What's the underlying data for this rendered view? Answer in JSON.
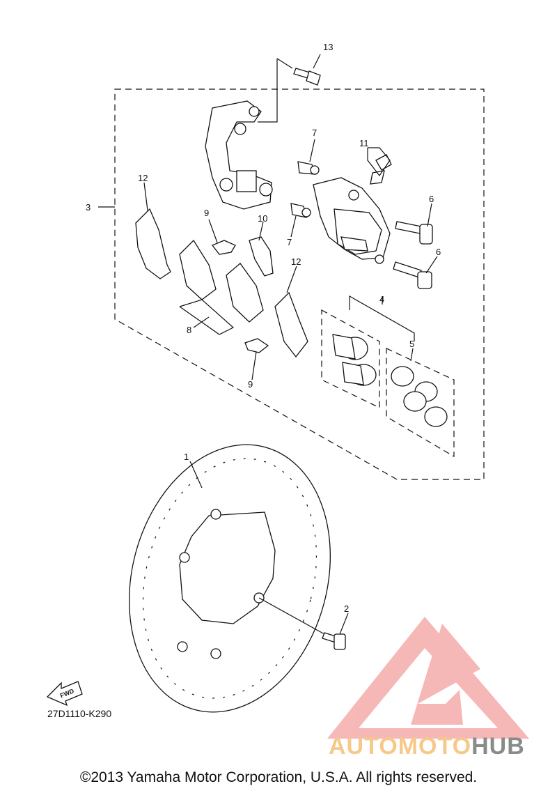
{
  "labels": {
    "l1": "1",
    "l2": "2",
    "l3": "3",
    "l4": "4",
    "l5": "5",
    "l6a": "6",
    "l6b": "6",
    "l7a": "7",
    "l7b": "7",
    "l8": "8",
    "l9a": "9",
    "l9b": "9",
    "l10": "10",
    "l11": "11",
    "l12a": "12",
    "l12b": "12",
    "l13": "13"
  },
  "fwd_badge": "FWD",
  "diagram_code": "27D1110-K290",
  "copyright": "©2013 Yamaha Motor Corporation, U.S.A. All rights reserved.",
  "watermark": {
    "part1": "AUTO",
    "part2": "MOTO",
    "part3": "HUB",
    "color_logo": "#f4a0a0",
    "color_text": "#f6c98a",
    "color_hub": "#8a8a8a"
  }
}
